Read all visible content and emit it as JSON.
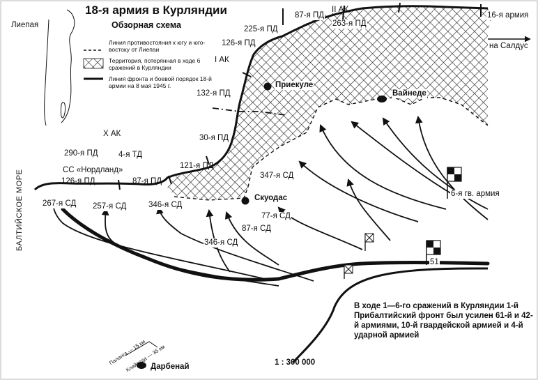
{
  "map": {
    "title": "18-я армия в Курляндии",
    "subtitle": "Обзорная схема",
    "legend": {
      "front_line": "Линия противостояния к югу и юго-востоку от Лиепаи",
      "lost_territory": "Территория, потерянная в ходе 6 сражений в Курляндии",
      "front_may8": "Линия фронта и боевой порядок 18-й армии на 8 мая 1945 г."
    },
    "cities": {
      "liepaja": "Лиепая",
      "priekule": "Приекуле",
      "vainode": "Вайнеде",
      "skuodas": "Скуодас",
      "darbenai": "Дарбенай",
      "saldus": "на Салдус"
    },
    "german_units": {
      "pd225": "225-я ПД",
      "pd87_top": "87-я ПД",
      "ak2": "II АК",
      "pd263": "263-я ПД",
      "army16": "16-я армия",
      "pd126_top": "126-я ПД",
      "ak1": "I АК",
      "pd132": "132-я ПД",
      "ak10": "X АК",
      "pd30": "30-я ПД",
      "pd290": "290-я ПД",
      "td4": "4-я ТД",
      "nordland": "СС «Нордланд»",
      "pd121": "121-я ПД",
      "pd126_bottom": "126-я ПД",
      "pd87_bottom": "87-я ПД"
    },
    "soviet_units": {
      "sd267": "267-я СД",
      "sd257": "257-я СД",
      "sd346_left": "346-я СД",
      "sd347": "347-я СД",
      "sd77": "77-я СД",
      "sd87": "87-я СД",
      "sd346_bottom": "346-я СД",
      "guards_army6": "6-я гв. армия",
      "army51": "51"
    },
    "sea_label": "БАЛТИЙСКОЕ МОРЕ",
    "road_palanga": "Паланга — 15 км",
    "road_klaipeda": "Клайпеда — 35 км",
    "scale": "1 : 300 000",
    "note": "В ходе 1—6-го сражений в Курляндии 1-й Прибалтийский фронт был усилен 61-й и 42-й армиями, 10-й гвардейской армией и 4-й ударной армией",
    "colors": {
      "ink": "#111111",
      "paper": "#ffffff",
      "hatch": "#222222"
    }
  }
}
